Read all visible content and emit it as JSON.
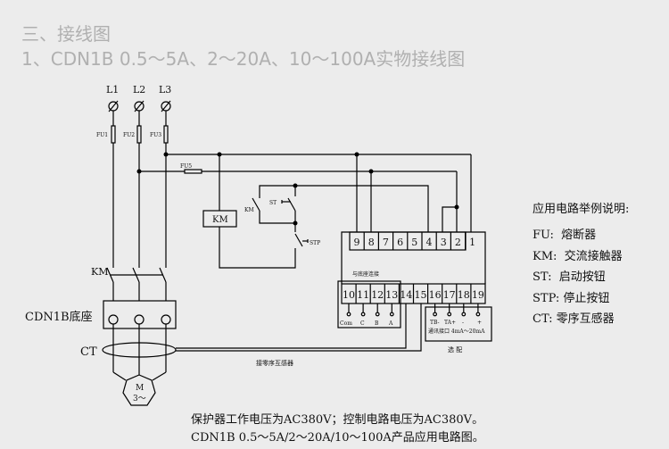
{
  "header": {
    "section_title": "三、接线图",
    "subtitle": "1、CDN1B 0.5～5A、2～20A、10～100A实物接线图"
  },
  "diagram": {
    "phases": [
      "L1",
      "L2",
      "L3"
    ],
    "fuses": [
      "FU1",
      "FU2",
      "FU3"
    ],
    "fu5": "FU5",
    "km_coil": "KM",
    "km_contact": "KM",
    "st": "ST",
    "stp": "STP",
    "main_contact": "KM",
    "base_label": "CDN1B底座",
    "ct_label": "CT",
    "motor_m": "M",
    "motor_phase": "3～",
    "ct_wire_label": "接零序互感器",
    "top_terminals": [
      "9",
      "8",
      "7",
      "6",
      "5",
      "4",
      "3",
      "2",
      "1"
    ],
    "bottom_terminals": [
      "10",
      "11",
      "12",
      "13",
      "14",
      "15",
      "16",
      "17",
      "18",
      "19"
    ],
    "base_connect_label": "与底座连接",
    "base_pins": [
      "Com",
      "C",
      "B",
      "A"
    ],
    "comm_pins": [
      "TB-",
      "TA+",
      "-",
      "+"
    ],
    "comm_label": "通讯接口 4mA～20mA",
    "optional_label": "选 配"
  },
  "legend": {
    "title": "应用电路举例说明:",
    "items": [
      "FU:  熔断器",
      "KM:  交流接触器",
      "ST:  启动按钮",
      "STP: 停止按钮",
      "CT: 零序互感器"
    ]
  },
  "footer": {
    "line1": "保护器工作电压为AC380V；控制电路电压为AC380V。",
    "line2": "CDN1B 0.5～5A/2～20A/10～100A产品应用电路图。"
  }
}
